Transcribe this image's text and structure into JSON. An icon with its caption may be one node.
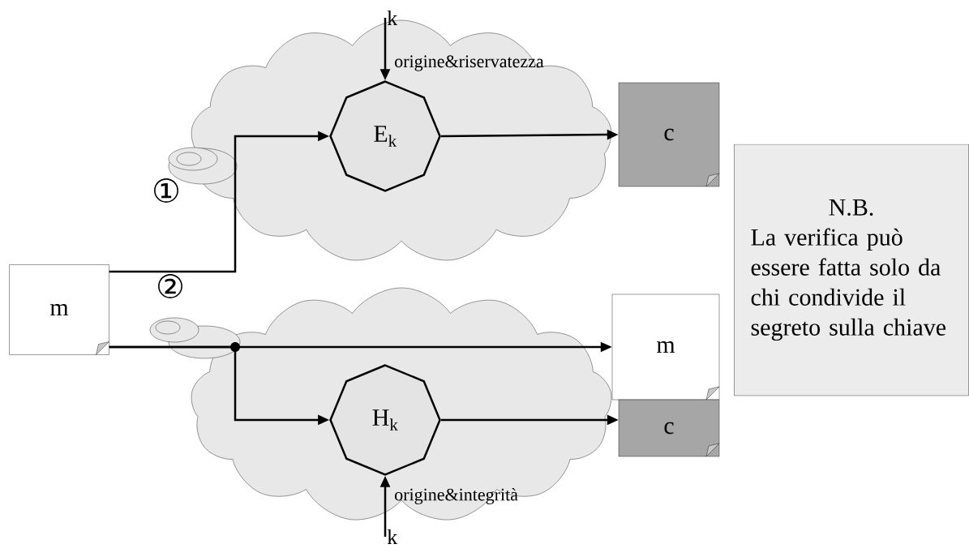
{
  "diagram": {
    "nodes": [
      {
        "text": [
          "m"
        ]
      },
      {
        "text": [
          "origine&riservatezza"
        ]
      },
      {
        "text": [
          "E$_{k}$"
        ],
        "in": 1
      },
      {
        "text": [
          "k"
        ]
      },
      {
        "text": [
          "c"
        ]
      },
      {
        "text": [
          "origine&integrità"
        ]
      },
      {
        "text": [
          "H$_{k}$"
        ],
        "in": 5
      },
      {
        "text": [
          "k"
        ]
      },
      {
        "text": [
          "m"
        ]
      },
      {
        "text": [
          "c"
        ]
      },
      {
        "text": [
          "N.B.",
          "La verifica può essere fatta solo da chi condivide il segreto sulla chiave"
        ]
      }
    ],
    "edges": [
      {
        "from": 0,
        "to": 2,
        "arrow": "to"
      },
      {
        "from": 2,
        "to": 4,
        "arrow": "to"
      },
      {
        "from": 3,
        "to": 2,
        "arrow": "to"
      },
      {
        "from": 0,
        "to": 8,
        "arrow": "to"
      },
      {
        "from": 0,
        "to": 6,
        "arrow": "to"
      },
      {
        "from": 6,
        "to": 9,
        "arrow": "to"
      },
      {
        "from": 7,
        "to": 6,
        "arrow": "to"
      }
    ],
    "labels": [
      "①",
      "②"
    ]
  }
}
